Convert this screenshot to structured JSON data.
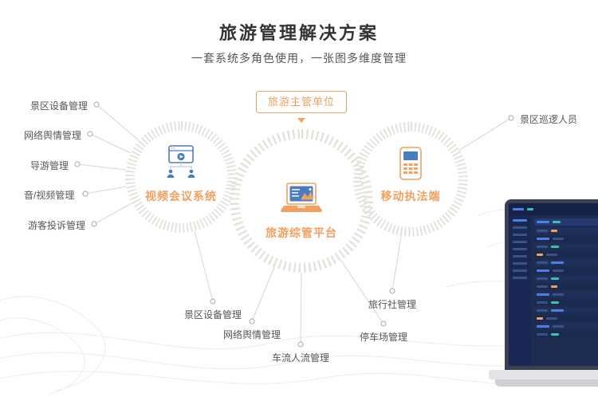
{
  "header": {
    "title": "旅游管理解决方案",
    "subtitle": "一套系统多角色使用，一张图多维度管理"
  },
  "diagram": {
    "authority_label": "旅游主管单位",
    "nodes": {
      "video_conference": "视频会议系统",
      "platform": "旅游综管平台",
      "mobile": "移动执法端"
    },
    "left_labels": [
      "景区设备管理",
      "网络舆情管理",
      "导游管理",
      "音/视频管理",
      "游客投诉管理"
    ],
    "right_labels": [
      "景区巡逻人员"
    ],
    "bottom_labels": [
      "景区设备管理",
      "网络舆情管理",
      "车流人流管理",
      "停车场管理",
      "旅行社管理"
    ]
  },
  "icons": {
    "video_conference": "video-conference-icon",
    "platform": "laptop-chart-icon",
    "mobile": "mobile-terminal-icon",
    "arrow_down": "arrow-down-icon"
  },
  "colors": {
    "accent_orange": "#F2A05F",
    "node_blue": "#4A7CC0",
    "text_dark": "#333333",
    "text_gray": "#565656",
    "ring_gray": "#E4E0DA",
    "line_gray": "#D8D4CF"
  }
}
